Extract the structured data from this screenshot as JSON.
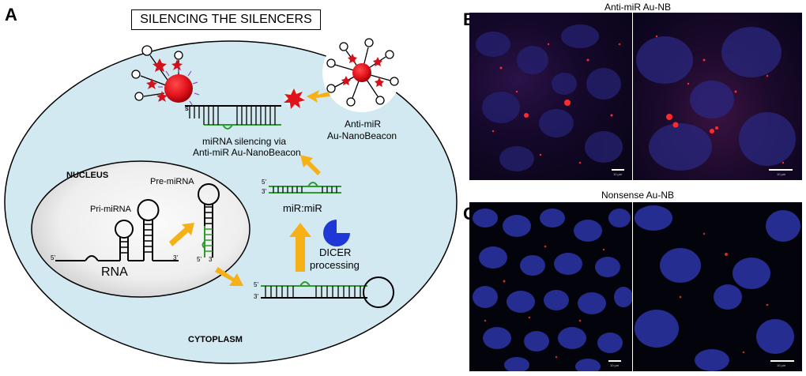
{
  "panel_a": {
    "letter": "A",
    "title": "SILENCING THE SILENCERS",
    "nucleus_label": "NUCLEUS",
    "cytoplasm_label": "CYTOPLASM",
    "rna_label": "RNA",
    "pri_mirna_label": "Pri-miRNA",
    "pre_mirna_label": "Pre-miRNA",
    "five_prime": "5'",
    "three_prime": "3'",
    "dicer_line1": "DICER",
    "dicer_line2": "processing",
    "mirmir_label": "miR:miR",
    "silencing_line1": "miRNA silencing via",
    "silencing_line2": "Anti-miR Au-NanoBeacon",
    "nanobeacon_line1": "Anti-miR",
    "nanobeacon_line2": "Au-NanoBeacon"
  },
  "panel_b": {
    "letter": "B",
    "title": "Anti-miR Au-NB",
    "scale_text": "10 µm"
  },
  "panel_c": {
    "letter": "C",
    "title": "Nonsense Au-NB",
    "scale_text": "10 µm"
  },
  "colors": {
    "cell": "#d3e9f2",
    "nucleus_light": "#f7f7f7",
    "nucleus_dark": "#d2d2d2",
    "strand_green": "#2e9a2e",
    "arrow_yellow": "#f5b116",
    "gold_red": "#e0111a",
    "dicer_blue": "#1f37d6"
  }
}
